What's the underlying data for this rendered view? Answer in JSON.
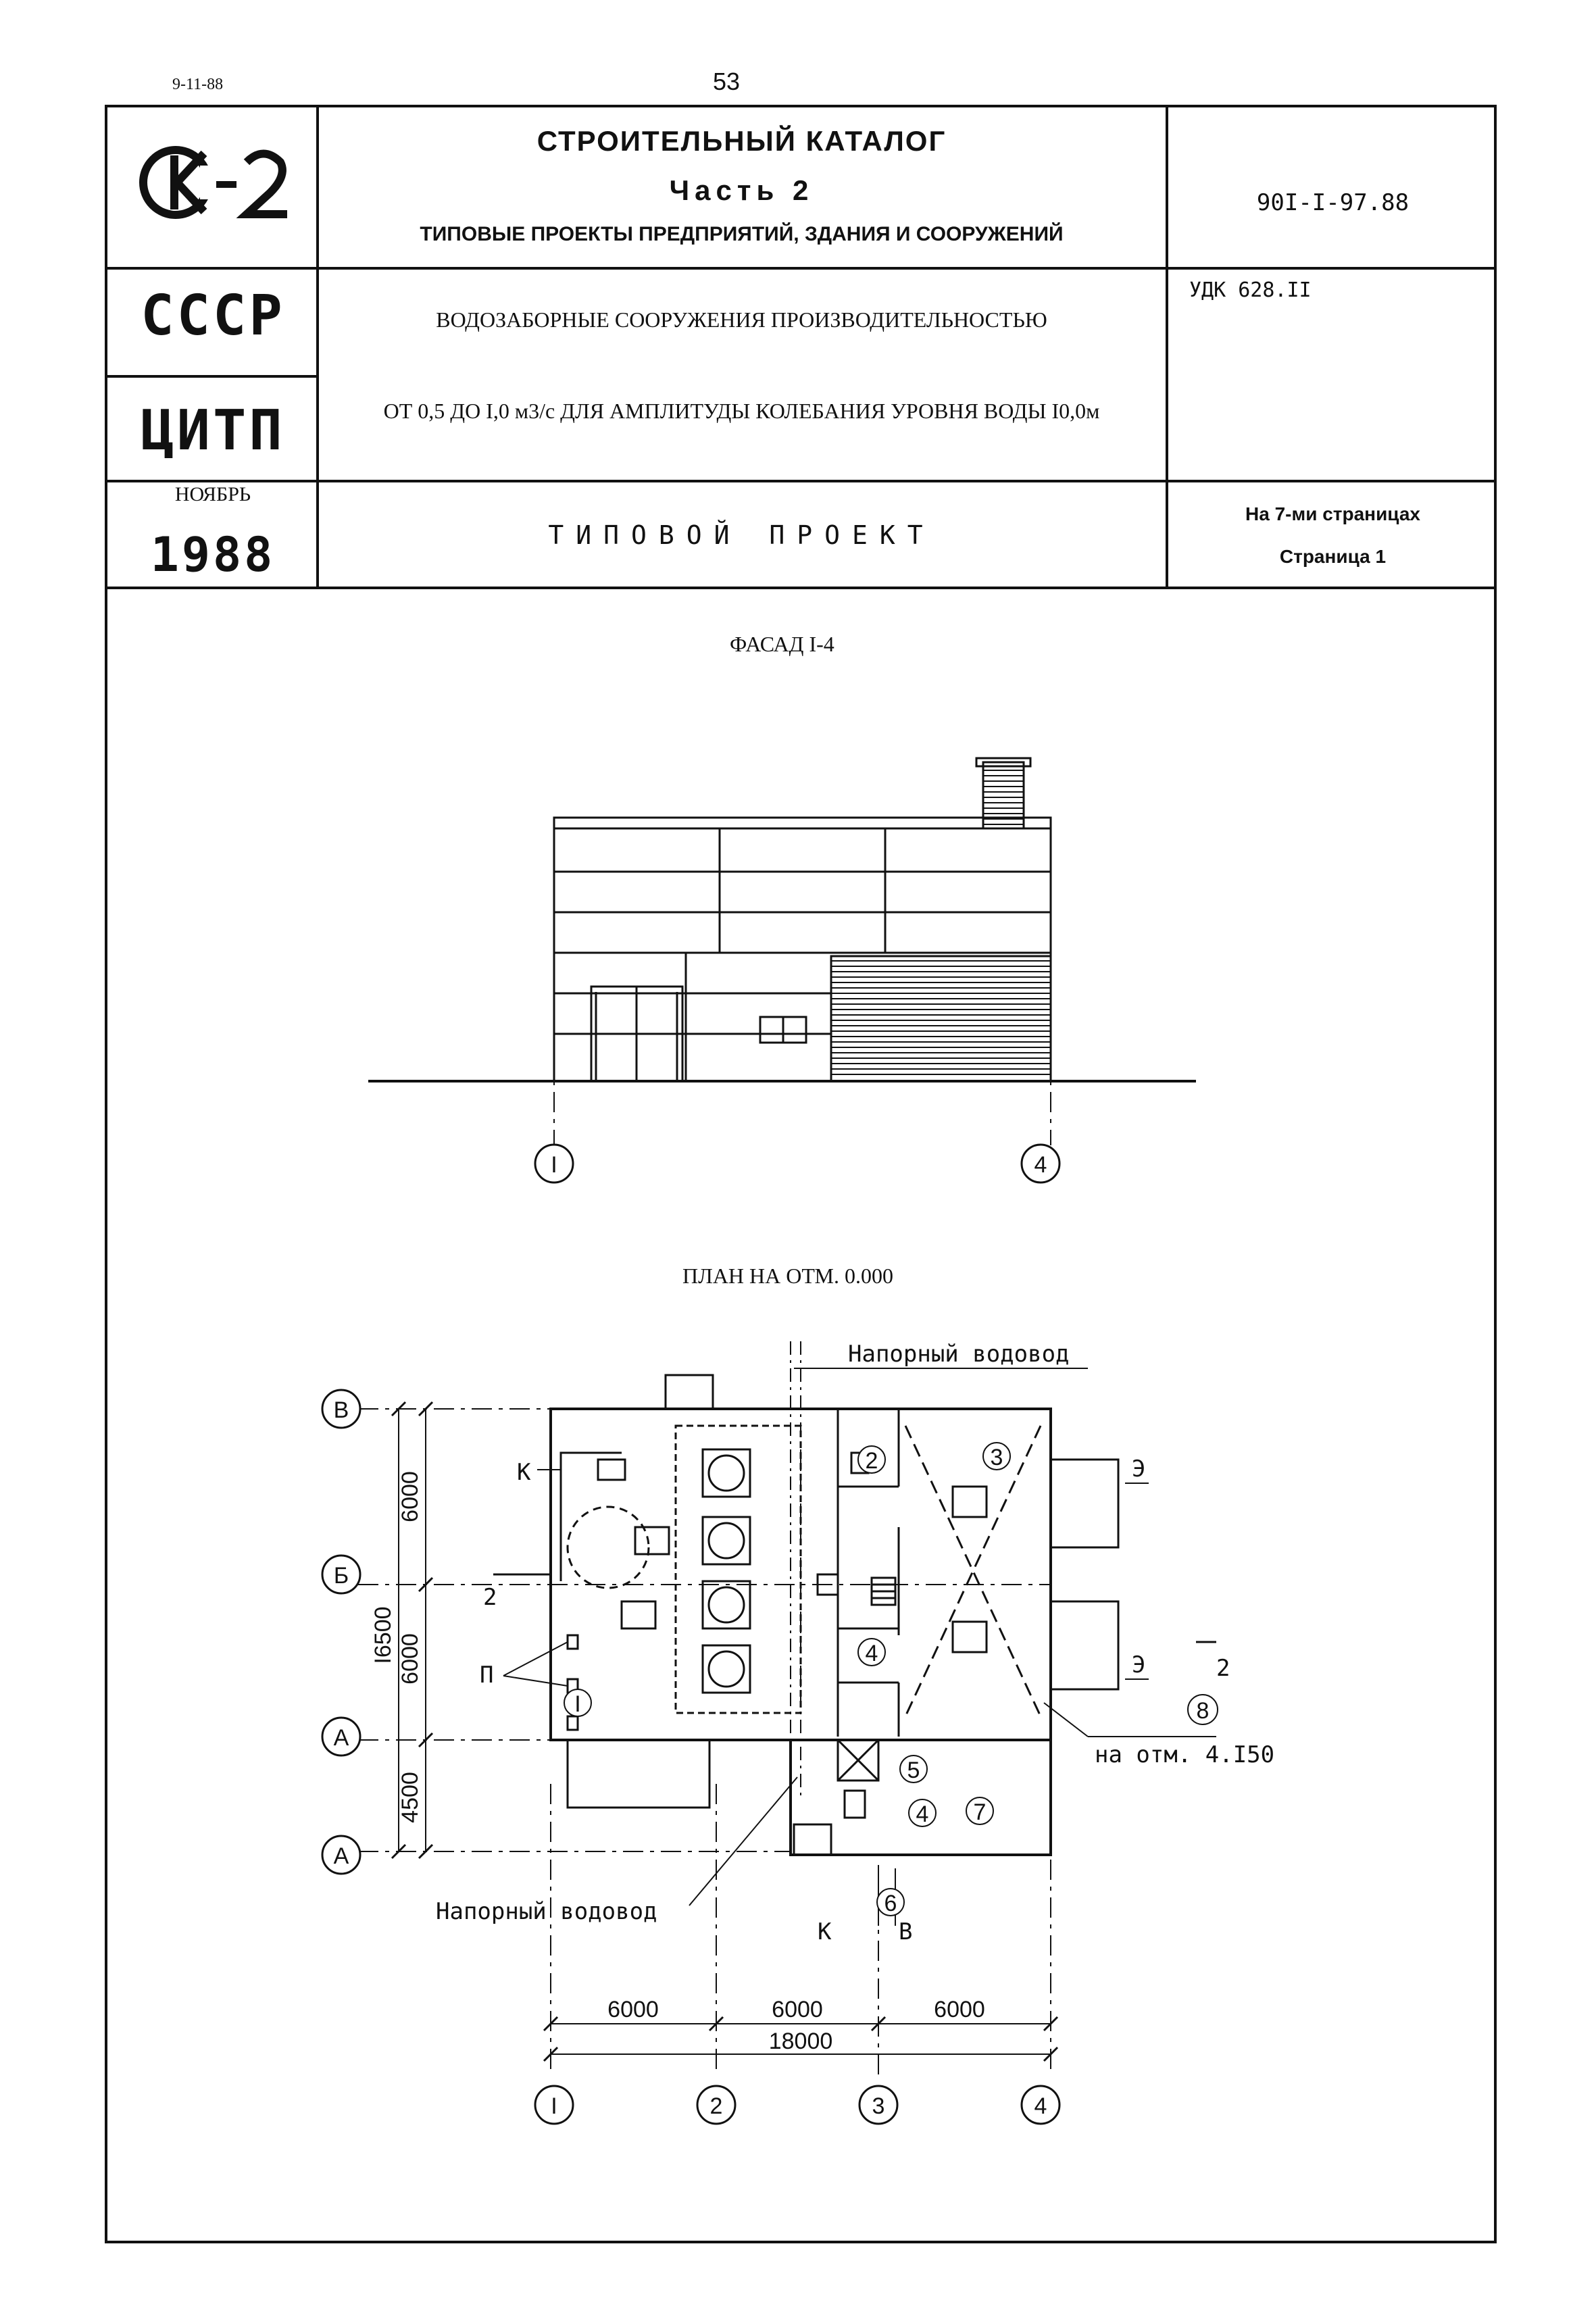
{
  "header": {
    "date": "9-11-88",
    "page_number": "53"
  },
  "title_block": {
    "logo_text": "СК-2",
    "catalog_title": "СТРОИТЕЛЬНЫЙ КАТАЛОГ",
    "catalog_part": "Часть 2",
    "catalog_subtitle": "ТИПОВЫЕ ПРОЕКТЫ ПРЕДПРИЯТИЙ, ЗДАНИЯ И СООРУЖЕНИЙ",
    "doc_code": "90I-I-97.88",
    "org_line1": "СССР",
    "org_line2": "ЦИТП",
    "project_line1": "ВОДОЗАБОРНЫЕ СООРУЖЕНИЯ ПРОИЗВОДИТЕЛЬНОСТЬЮ",
    "project_line2": "ОТ 0,5 ДО I,0 м3/с ДЛЯ АМПЛИТУДЫ КОЛЕБАНИЯ УРОВНЯ ВОДЫ I0,0м",
    "udk": "УДК 628.II",
    "month": "НОЯБРЬ",
    "year": "1988",
    "project_type": "ТИПОВОЙ ПРОЕКТ",
    "pages_total": "На 7-ми страницах",
    "page_current": "Страница 1"
  },
  "facade": {
    "title": "ФАСАД I-4",
    "axis_left": "I",
    "axis_right": "4"
  },
  "plan": {
    "title": "ПЛАН НА ОТМ. 0.000",
    "labels": {
      "pressure_main_top": "Напорный водовод",
      "pressure_main_bottom": "Напорный водовод",
      "elevation_note": "на отм. 4.I50",
      "k_top": "К",
      "e_top": "Э",
      "e_bottom": "Э",
      "p_label": "П",
      "k_bottom": "К",
      "v_bottom": "В",
      "section_mark_left": "2",
      "section_mark_right": "2"
    },
    "room_numbers": [
      "I",
      "2",
      "3",
      "4",
      "5",
      "4",
      "7",
      "6",
      "8"
    ],
    "row_axes": [
      "В",
      "Б",
      "А",
      "А"
    ],
    "column_axes": [
      "I",
      "2",
      "3",
      "4"
    ],
    "vertical_dims": [
      "6000",
      "6000",
      "4500",
      "I6500"
    ],
    "horizontal_dims": [
      "6000",
      "6000",
      "6000",
      "18000"
    ]
  }
}
